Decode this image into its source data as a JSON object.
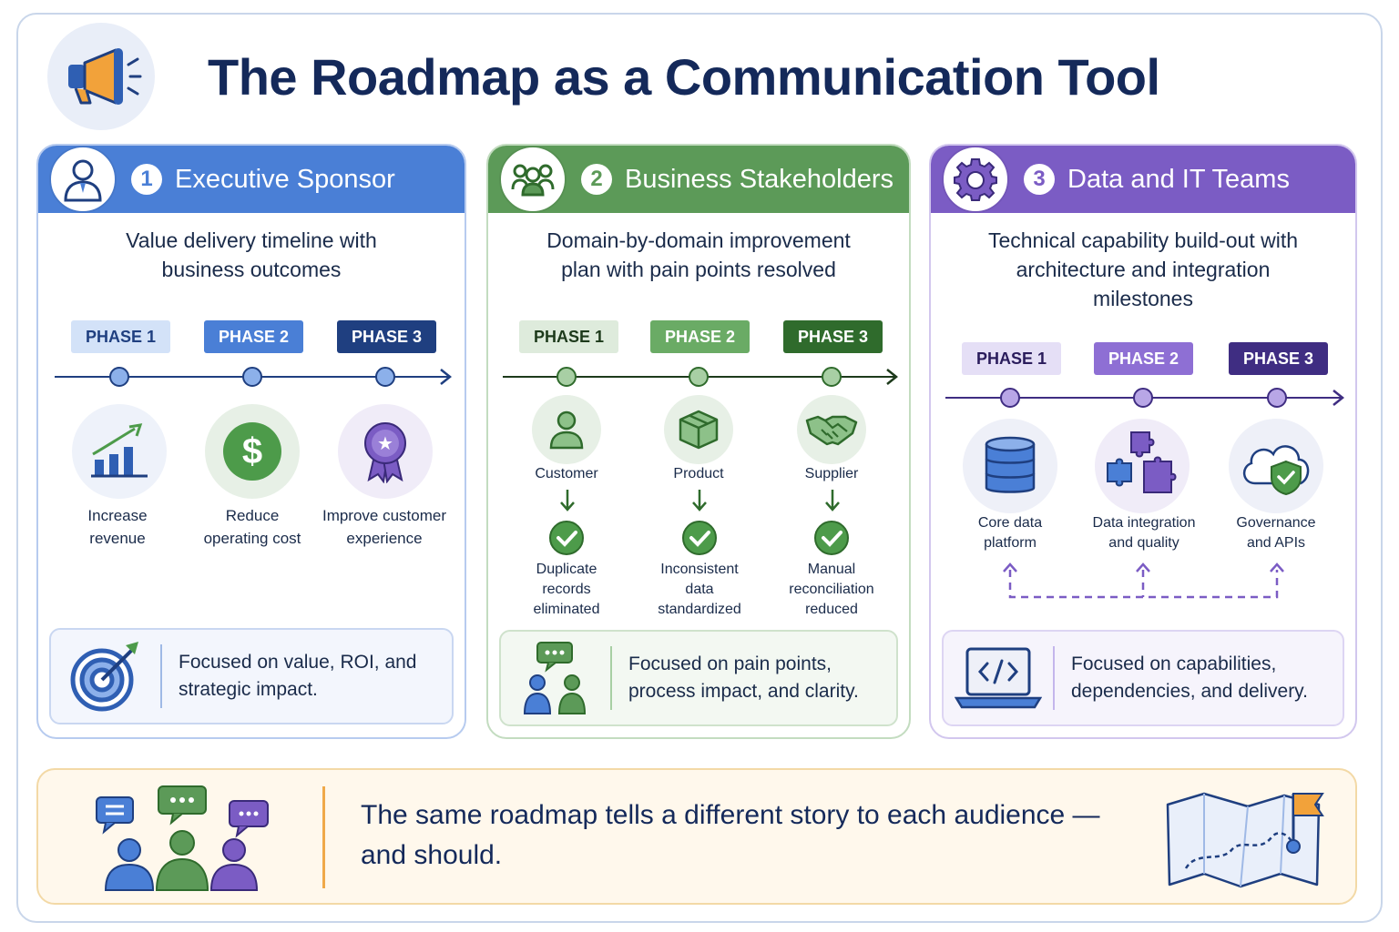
{
  "title": "The Roadmap as a Communication Tool",
  "cards": [
    {
      "number": "1",
      "heading": "Executive Sponsor",
      "description": "Value delivery timeline with business outcomes",
      "phases": [
        "PHASE 1",
        "PHASE 2",
        "PHASE 3"
      ],
      "items": [
        {
          "icon": "revenue-chart-icon",
          "label": "Increase revenue"
        },
        {
          "icon": "dollar-icon",
          "label": "Reduce operating cost"
        },
        {
          "icon": "award-ribbon-icon",
          "label": "Improve customer experience"
        }
      ],
      "focus": "Focused on value, ROI, and strategic impact.",
      "color": "#4a7fd6"
    },
    {
      "number": "2",
      "heading": "Business Stakeholders",
      "description": "Domain-by-domain improvement plan with pain points resolved",
      "phases": [
        "PHASE 1",
        "PHASE 2",
        "PHASE 3"
      ],
      "items": [
        {
          "icon": "person-icon",
          "label": "Customer",
          "outcome": "Duplicate records eliminated"
        },
        {
          "icon": "box-icon",
          "label": "Product",
          "outcome": "Inconsistent data standardized"
        },
        {
          "icon": "handshake-icon",
          "label": "Supplier",
          "outcome": "Manual reconciliation reduced"
        }
      ],
      "focus": "Focused on pain points, process impact, and clarity.",
      "color": "#5c9a58"
    },
    {
      "number": "3",
      "heading": "Data and IT Teams",
      "description": "Technical capability build-out with architecture and integration milestones",
      "phases": [
        "PHASE 1",
        "PHASE 2",
        "PHASE 3"
      ],
      "items": [
        {
          "icon": "database-icon",
          "label": "Core data platform"
        },
        {
          "icon": "puzzle-icon",
          "label": "Data integration and quality"
        },
        {
          "icon": "cloud-shield-icon",
          "label": "Governance and APIs"
        }
      ],
      "focus": "Focused on capabilities, dependencies, and delivery.",
      "color": "#7b5cc4"
    }
  ],
  "bottom": {
    "text": "The same roadmap tells a different story to each audience — and should."
  }
}
